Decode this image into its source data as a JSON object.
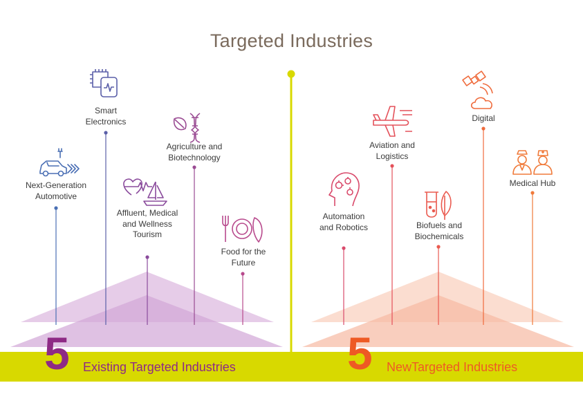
{
  "title": "Targeted Industries",
  "colors": {
    "bar": "#d8d900",
    "existing_accent": "#8e2a85",
    "new_accent": "#ee5a24",
    "existing_triangle": "#d9b2dc",
    "new_triangle": "#f8c7b2",
    "title_text": "#7a6a5c"
  },
  "existing": {
    "count": "5",
    "label": "Existing Targeted Industries",
    "industries": [
      {
        "label": "Next-Generation Automotive",
        "icon": "electric-car-icon",
        "color": "#4a6fb4"
      },
      {
        "label": "Smart Electronics",
        "icon": "chip-smartwatch-icon",
        "color": "#5a5fa8"
      },
      {
        "label": "Affluent, Medical and Wellness Tourism",
        "icon": "heartbeat-sailboat-icon",
        "color": "#8a4b9c"
      },
      {
        "label": "Agriculture and Biotechnology",
        "icon": "leaf-dna-icon",
        "color": "#9a4b93"
      },
      {
        "label": "Food for the Future",
        "icon": "fork-plate-leaf-icon",
        "color": "#b84a8d"
      }
    ]
  },
  "new": {
    "count": "5",
    "label": "NewTargeted Industries",
    "industries": [
      {
        "label": "Automation and Robotics",
        "icon": "head-gears-icon",
        "color": "#d94a6b"
      },
      {
        "label": "Aviation and Logistics",
        "icon": "airplane-icon",
        "color": "#e4515a"
      },
      {
        "label": "Biofuels and Biochemicals",
        "icon": "test-tube-leaf-icon",
        "color": "#ea5a4f"
      },
      {
        "label": "Digital",
        "icon": "satellite-cloud-icon",
        "color": "#ef6b3c"
      },
      {
        "label": "Medical Hub",
        "icon": "doctor-nurse-icon",
        "color": "#f07a3a"
      }
    ]
  }
}
